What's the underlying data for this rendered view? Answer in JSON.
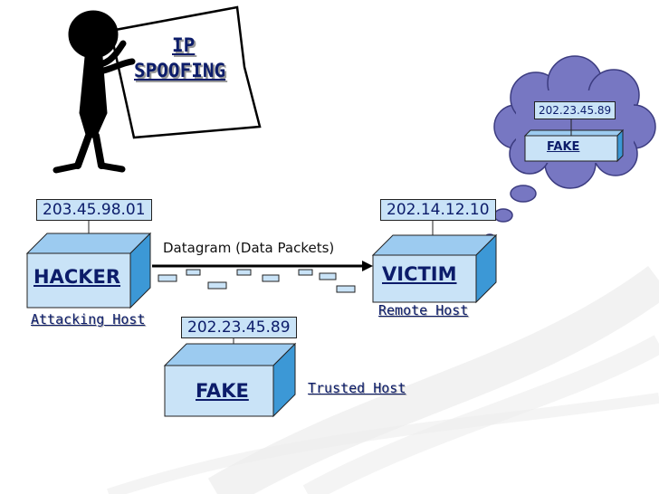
{
  "title": {
    "line1": "IP",
    "line2": "SPOOFING"
  },
  "hosts": {
    "hacker": {
      "name": "HACKER",
      "ip": "203.45.98.01",
      "role": "Attacking Host"
    },
    "victim": {
      "name": "VICTIM",
      "ip": "202.14.12.10",
      "role": "Remote Host"
    },
    "fake": {
      "name": "FAKE",
      "ip": "202.23.45.89",
      "role": "Trusted Host"
    }
  },
  "thought_bubble": {
    "ip": "202.23.45.89",
    "name": "FAKE"
  },
  "datagram_label": "Datagram (Data Packets)",
  "colors": {
    "box_front": "#c9e3f7",
    "box_side": "#3c98d6",
    "box_top": "#9ccbf0",
    "text": "#0c1c6a",
    "cloud": "#7777c2"
  },
  "icons": {
    "figure": "stick-figure-icon",
    "sign": "sign-board-icon",
    "cloud": "thought-cloud-icon",
    "arrow": "arrow-right-icon",
    "packet": "data-packet-icon"
  }
}
